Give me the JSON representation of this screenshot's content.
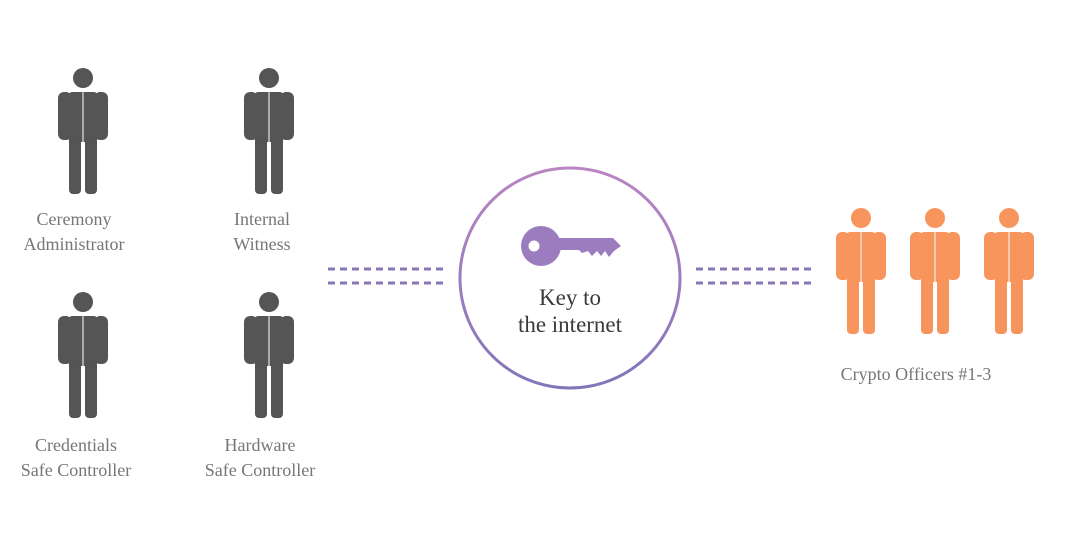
{
  "roles": [
    {
      "id": "ceremony-administrator",
      "line1": "Ceremony",
      "line2": "Administrator"
    },
    {
      "id": "internal-witness",
      "line1": "Internal",
      "line2": "Witness"
    },
    {
      "id": "credentials-safe-controller",
      "line1": "Credentials",
      "line2": "Safe Controller"
    },
    {
      "id": "hardware-safe-controller",
      "line1": "Hardware",
      "line2": "Safe Controller"
    }
  ],
  "center": {
    "line1": "Key to",
    "line2": "the internet"
  },
  "officers": {
    "label": "Crypto Officers #1-3",
    "count": 3
  },
  "colors": {
    "role_figure": "#555555",
    "officer_figure": "#F7955D",
    "key": "#9B7CBF",
    "dash": "#8A76B5",
    "circle_start": "#B985C2",
    "circle_end": "#8275B9",
    "label_text": "#767676"
  },
  "icons": {
    "person": "person-icon",
    "key": "key-icon"
  }
}
